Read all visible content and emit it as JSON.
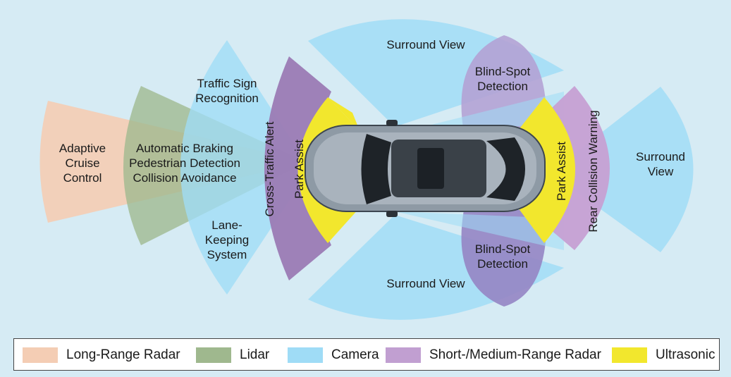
{
  "colors": {
    "background": "#d6ebf4",
    "long_range_radar": "#f4cdb4",
    "lidar": "#9fb88e",
    "camera": "#9fdcf6",
    "short_medium_radar": "#9b7bb4",
    "ultrasonic": "#f2e72d",
    "car_body": "#8e9aa5"
  },
  "zones": {
    "adaptive_cruise": {
      "label": "Adaptive\nCruise\nControl"
    },
    "automatic_braking": {
      "label": "Automatic Braking\nPedestrian Detection\nCollision Avoidance"
    },
    "traffic_sign": {
      "label": "Traffic Sign\nRecognition"
    },
    "lane_keeping": {
      "label": "Lane-\nKeeping\nSystem"
    },
    "cross_traffic": {
      "label": "Cross-Traffic Alert"
    },
    "park_assist_front": {
      "label": "Park Assist"
    },
    "park_assist_rear": {
      "label": "Park Assist"
    },
    "surround_top": {
      "label": "Surround View"
    },
    "surround_bottom": {
      "label": "Surround View"
    },
    "surround_rear": {
      "label": "Surround\nView"
    },
    "blind_spot_top": {
      "label": "Blind-Spot\nDetection"
    },
    "blind_spot_bottom": {
      "label": "Blind-Spot\nDetection"
    },
    "rear_collision": {
      "label": "Rear Collision Warning"
    }
  },
  "legend": [
    {
      "label": "Long-Range Radar",
      "color": "#f4cdb4"
    },
    {
      "label": "Lidar",
      "color": "#9fb88e"
    },
    {
      "label": "Camera",
      "color": "#9fdcf6"
    },
    {
      "label": "Short-/Medium-Range Radar",
      "color": "#c19fd1"
    },
    {
      "label": "Ultrasonic",
      "color": "#f2e72d"
    }
  ]
}
